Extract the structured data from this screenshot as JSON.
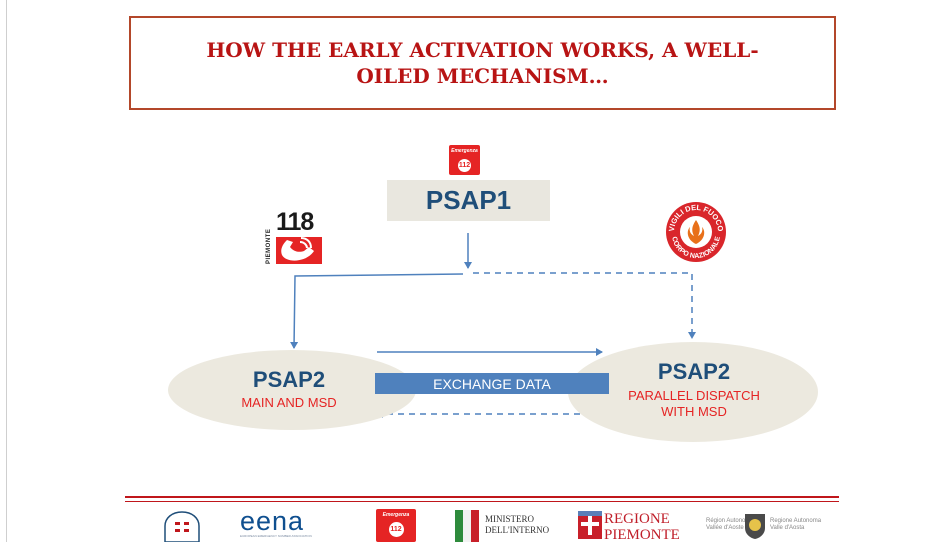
{
  "title": "HOW THE EARLY ACTIVATION WORKS, A WELL-OILED MECHANISM…",
  "psap1": {
    "badge_label": "Emergenza",
    "badge_number": "112",
    "label": "PSAP1"
  },
  "logo_118": {
    "number": "118",
    "side_text": "PIEMONTE"
  },
  "logo_vvf": {
    "text_top": "VIGILI DEL FUOCO",
    "text_bottom": "CORPO NAZIONALE"
  },
  "left_node": {
    "title": "PSAP2",
    "subtitle": "MAIN AND MSD"
  },
  "right_node": {
    "title": "PSAP2",
    "subtitle_line1": "PARALLEL DISPATCH",
    "subtitle_line2": "WITH MSD"
  },
  "exchange": {
    "label": "EXCHANGE DATA"
  },
  "footer": {
    "eena": "eena",
    "eena_sub": "EUROPEAN EMERGENCY NUMBER ASSOCIATION",
    "badge_label": "Emergenza",
    "badge_number": "112",
    "ministero_line1": "MINISTERO",
    "ministero_line2": "DELL'INTERNO",
    "regione_line1": "REGIONE",
    "regione_line2": "PIEMONTE",
    "vda_left_1": "Région Autonome",
    "vda_left_2": "Vallée d'Aoste",
    "vda_right_1": "Regione Autonoma",
    "vda_right_2": "Valle d'Aosta"
  },
  "colors": {
    "title_red": "#b81414",
    "frame_border": "#b3472a",
    "navy": "#1f4e79",
    "accent_red": "#e52424",
    "arrow_blue": "#4f81bd",
    "ellipse_fill": "#ece9df"
  }
}
